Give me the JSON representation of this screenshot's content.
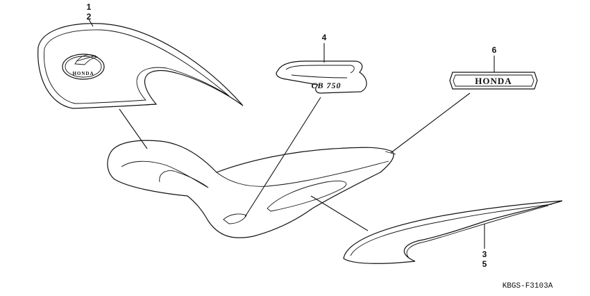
{
  "callouts": {
    "c1": "1",
    "c2": "2",
    "c3": "3",
    "c4": "4",
    "c5": "5",
    "c6": "6"
  },
  "tank_emblem_text": "HONDA",
  "side_emblem_text": "HONDA",
  "model_badge_text": "CB 750",
  "diagram_code": "KBGS-F3103A",
  "colors": {
    "line": "#111111",
    "background": "#ffffff"
  }
}
